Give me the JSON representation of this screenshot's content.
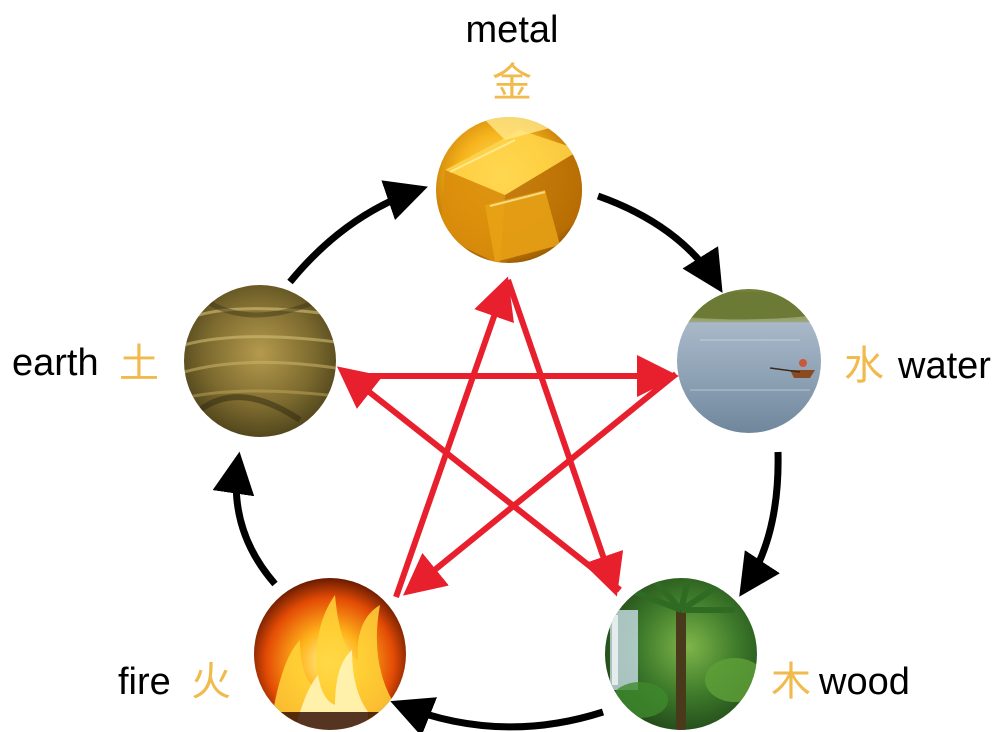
{
  "colors": {
    "chinese_char": "#f1ba4c",
    "english_text": "#000000",
    "generating_arrow": "#000000",
    "controlling_arrow": "#e8202e",
    "background": "#ffffff"
  },
  "elements": {
    "metal": {
      "english": "metal",
      "chinese": "金",
      "picture": "gold bars"
    },
    "water": {
      "english": "water",
      "chinese": "水",
      "picture": "lake with rowing boat"
    },
    "wood": {
      "english": "wood",
      "chinese": "木",
      "picture": "tropical forest with waterfall"
    },
    "fire": {
      "english": "fire",
      "chinese": "火",
      "picture": "flames"
    },
    "earth": {
      "english": "earth",
      "chinese": "土",
      "picture": "terraced hills"
    }
  },
  "cycles": {
    "generating": [
      "earth",
      "metal",
      "water",
      "wood",
      "fire",
      "earth"
    ],
    "controlling": [
      "metal",
      "wood",
      "earth",
      "water",
      "fire",
      "metal"
    ]
  }
}
